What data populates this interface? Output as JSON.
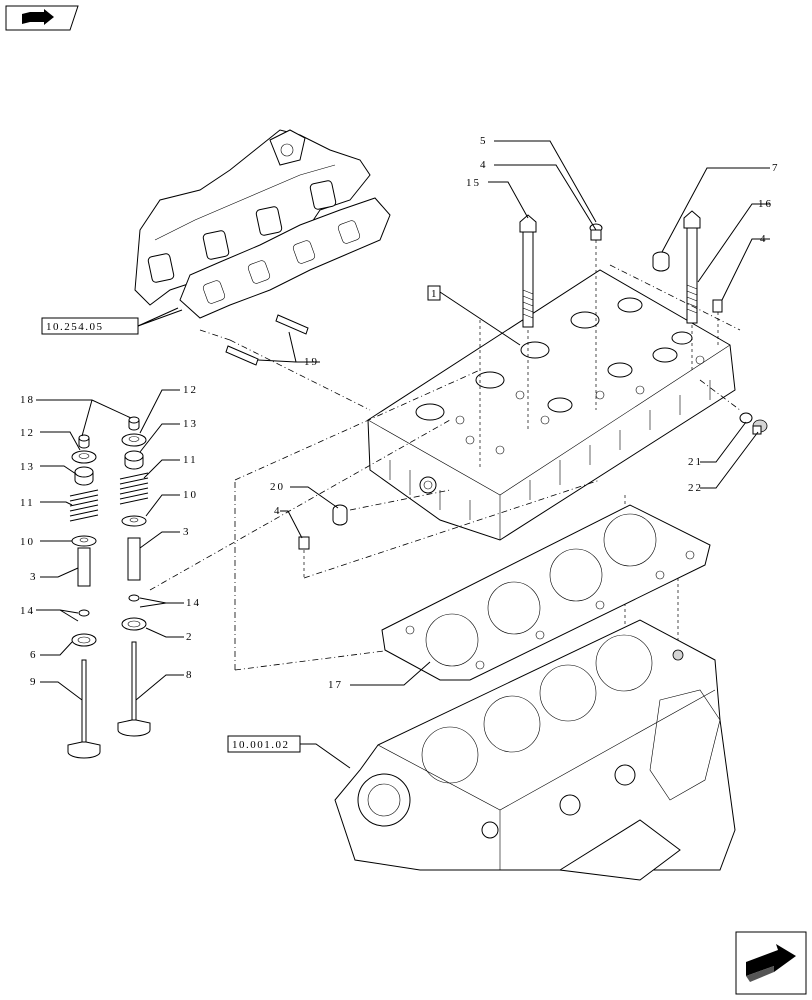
{
  "refs": {
    "manifold": "10.254.05",
    "block": "10.001.02"
  },
  "labels": {
    "l1": "1",
    "l2": "2",
    "l3a": "3",
    "l3b": "3",
    "l4a": "4",
    "l4b": "4",
    "l4c": "4",
    "l5": "5",
    "l6": "6",
    "l7": "7",
    "l8": "8",
    "l9": "9",
    "l10a": "10",
    "l10b": "10",
    "l11a": "11",
    "l11b": "11",
    "l12a": "12",
    "l12b": "12",
    "l13a": "13",
    "l13b": "13",
    "l14a": "14",
    "l14b": "14",
    "l15": "15",
    "l16": "16",
    "l17": "17",
    "l18": "18",
    "l19": "19",
    "l20": "20",
    "l21": "21",
    "l22": "22"
  },
  "icons": {
    "top_left": "book-arrow-icon",
    "bottom_right": "next-page-arrow-icon"
  }
}
